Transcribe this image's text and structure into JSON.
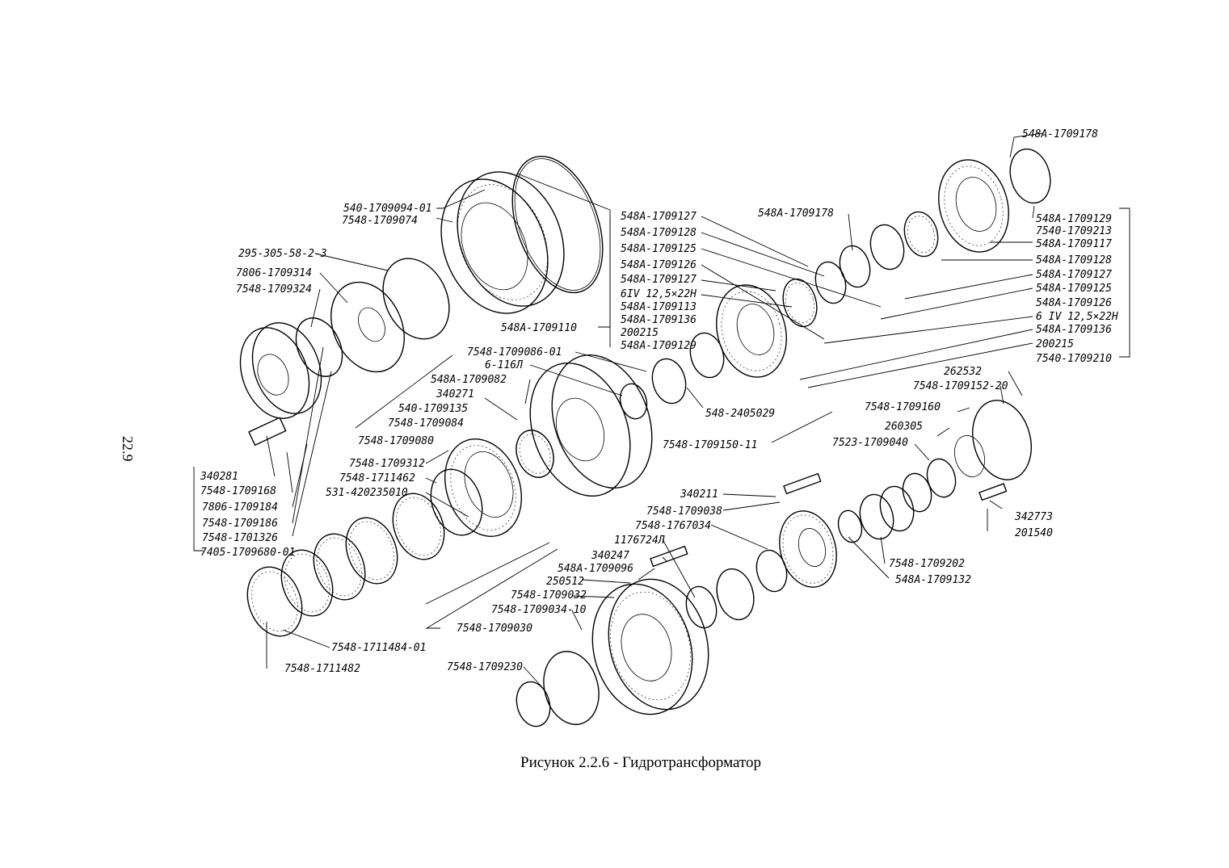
{
  "figure": {
    "page_number": "22.9",
    "caption": "Рисунок 2.2.6 - Гидротрансформатор"
  },
  "labels": [
    "548А-1709178",
    "540-1709094-01",
    "7548-1709074",
    "295-305-58-2-3",
    "7806-1709314",
    "7548-1709324",
    "548А-1709110",
    "548А-1709127",
    "548А-1709128",
    "548А-1709125",
    "548А-1709126",
    "548А-1709127",
    "6IV 12,5×22Н",
    "548А-1709113",
    "548А-1709136",
    "200215",
    "548А-1709129",
    "548А-1709178",
    "548А-1709129",
    "7540-1709213",
    "548А-1709117",
    "548А-1709128",
    "548А-1709127",
    "548А-1709125",
    "548А-1709126",
    "6 IV 12,5×22Н",
    "548А-1709136",
    "200215",
    "7540-1709210",
    "7548-1709086-01",
    "6-116Л",
    "548А-1709082",
    "340271",
    "540-1709135",
    "7548-1709084",
    "7548-1709080",
    "548-2405029",
    "262532",
    "7548-1709152-20",
    "7548-1709160",
    "260305",
    "7523-1709040",
    "7548-1709150-11",
    "340281",
    "7548-1709168",
    "7806-1709184",
    "7548-1709186",
    "7548-1701326",
    "7405-1709680-01",
    "7548-1709312",
    "7548-1711462",
    "531-420235010",
    "340211",
    "7548-1709038",
    "7548-1767034",
    "1176724Л",
    "340247",
    "548А-1709096",
    "250512",
    "7548-1709032",
    "7548-1709034-10",
    "7548-1709030",
    "342773",
    "201540",
    "7548-1709202",
    "548А-1709132",
    "7548-1711484-01",
    "7548-1711482",
    "7548-1709230"
  ]
}
